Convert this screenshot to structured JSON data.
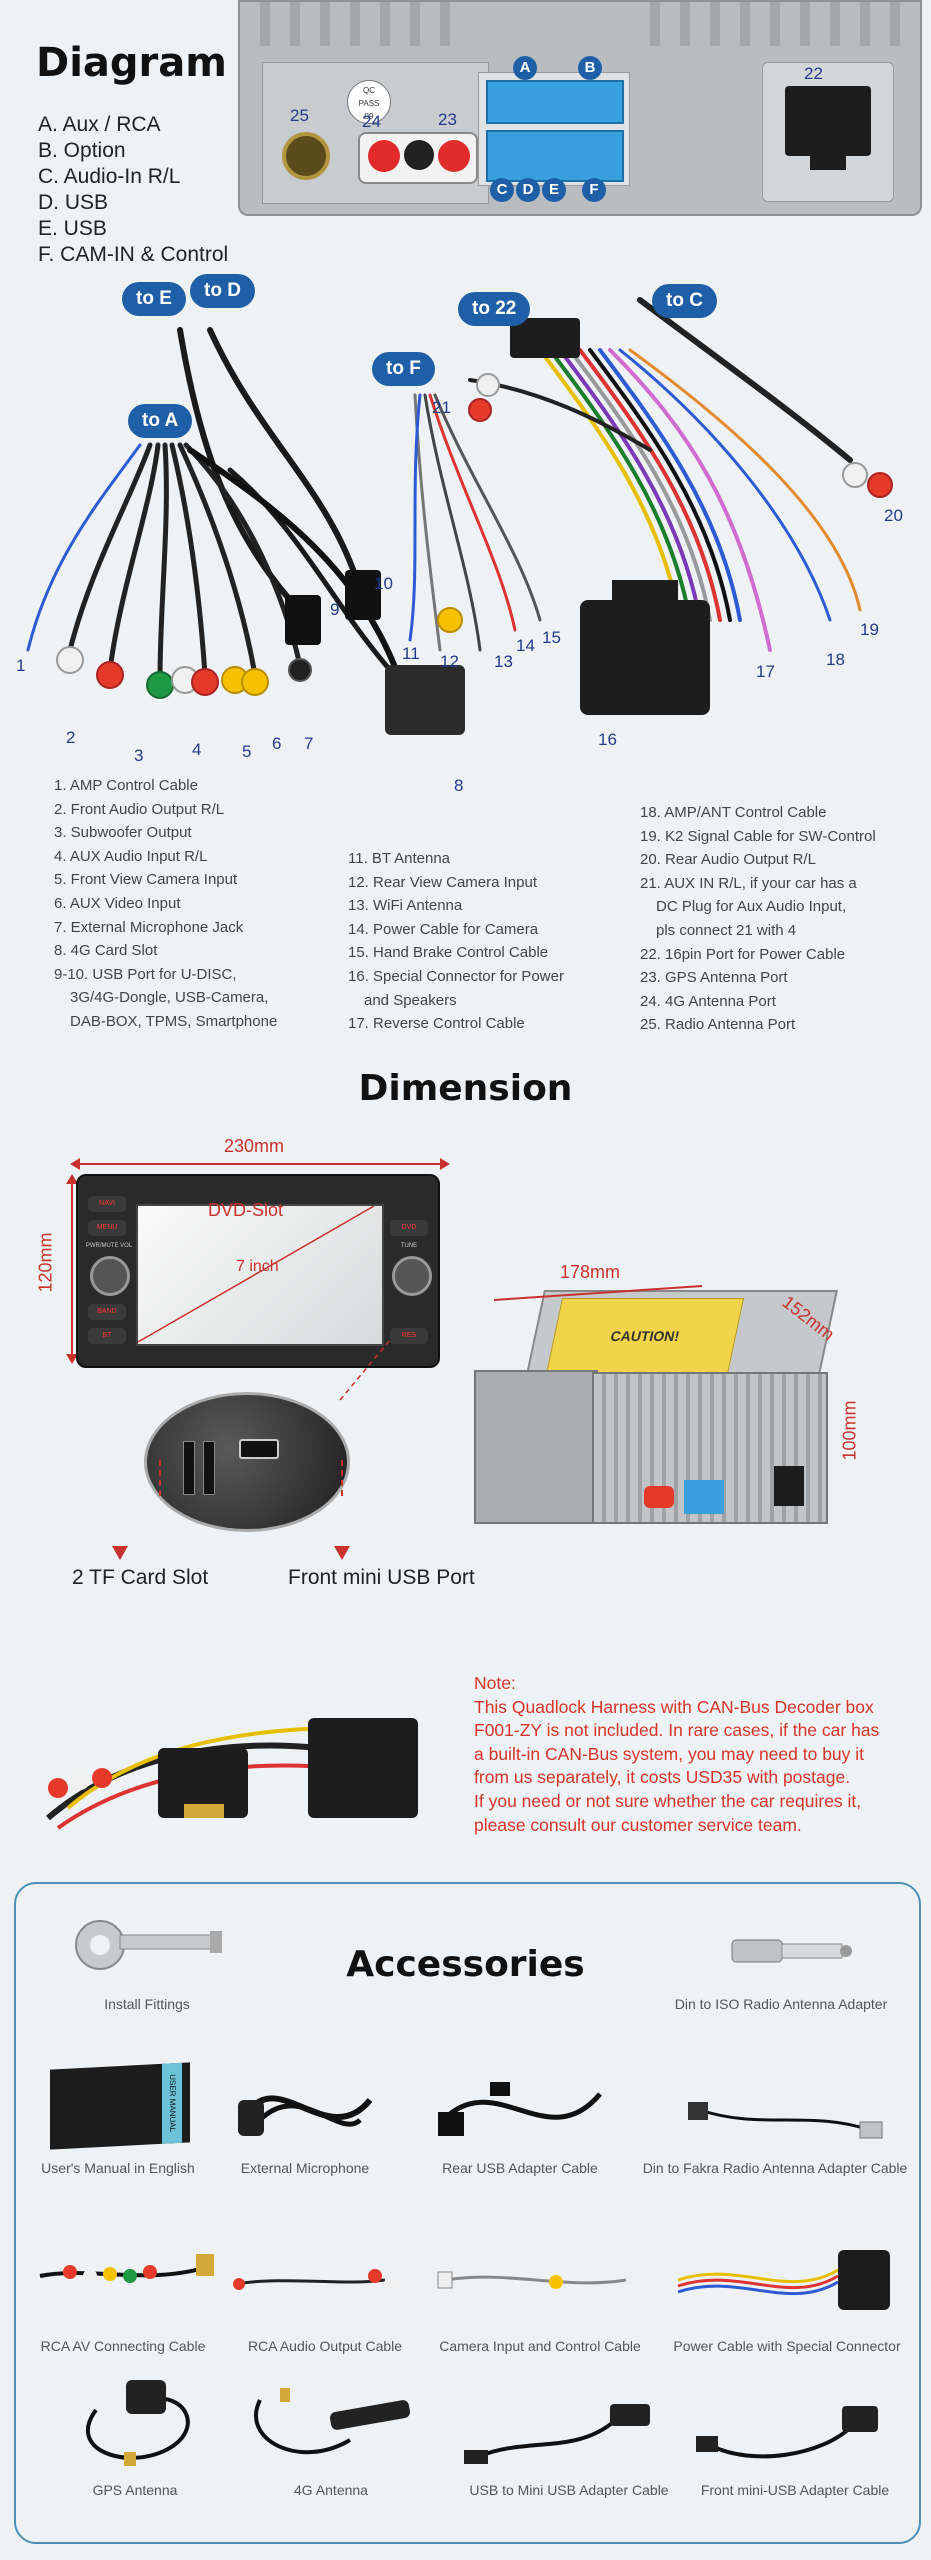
{
  "diagram": {
    "title": "Diagram",
    "legend": [
      "A. Aux / RCA",
      "B. Option",
      "C. Audio-In R/L",
      "D. USB",
      "E. USB",
      "F. CAM-IN & Control"
    ],
    "port_labels": {
      "p25": "25",
      "p24": "24",
      "p23": "23",
      "p22": "22",
      "a": "A",
      "b": "B",
      "c": "C",
      "d": "D",
      "e": "E",
      "f": "F",
      "qc1": "QC",
      "qc2": "PASS",
      "qc3": "09"
    },
    "badges": [
      "to E",
      "to D",
      "to 22",
      "to C",
      "to F",
      "to A"
    ],
    "callouts": [
      "1",
      "2",
      "3",
      "4",
      "5",
      "6",
      "7",
      "8",
      "9",
      "10",
      "11",
      "12",
      "13",
      "14",
      "15",
      "16",
      "17",
      "18",
      "19",
      "20",
      "21"
    ],
    "list_left": [
      "1. AMP Control Cable",
      "2. Front Audio Output R/L",
      "3. Subwoofer Output",
      "4. AUX Audio Input R/L",
      "5. Front View Camera Input",
      "6. AUX Video Input",
      "7. External Microphone Jack",
      "8. 4G Card Slot",
      "9-10. USB Port for U-DISC,",
      "3G/4G-Dongle, USB-Camera,",
      "DAB-BOX, TPMS, Smartphone"
    ],
    "list_mid": [
      "11. BT Antenna",
      "12. Rear View Camera Input",
      "13. WiFi Antenna",
      "14. Power Cable for Camera",
      "15. Hand Brake Control Cable",
      "16. Special Connector for Power",
      "and Speakers",
      "17. Reverse Control Cable"
    ],
    "list_right": [
      "18. AMP/ANT Control Cable",
      "19. K2 Signal Cable for SW-Control",
      "20. Rear Audio Output R/L",
      "21. AUX IN R/L, if your car has a",
      "DC Plug for Aux Audio Input,",
      "pls connect 21 with 4",
      "22. 16pin Port for Power Cable",
      "23. GPS Antenna Port",
      "24. 4G Antenna Port",
      "25. Radio Antenna Port"
    ]
  },
  "dimension": {
    "title": "Dimension",
    "width": "230mm",
    "height": "120mm",
    "dvd_slot": "DVD-Slot",
    "screen": "7 inch",
    "depth": "178mm",
    "side": "152mm",
    "body_height": "100mm",
    "tf_slot": "2 TF Card Slot",
    "usb_port": "Front mini USB Port",
    "caution": "CAUTION!",
    "buttons_left": [
      "NAVI",
      "MENU",
      "PWR/MUTE  VOL",
      "BAND",
      "BT"
    ],
    "buttons_right": [
      "DVD",
      "TUNE",
      "RES"
    ]
  },
  "note": {
    "heading": "Note:",
    "lines": [
      "This Quadlock Harness with CAN-Bus Decoder box",
      "F001-ZY is not included. In rare cases, if the car has",
      "a built-in CAN-Bus system, you may need to buy it",
      "from us separately, it costs USD35 with postage.",
      "If you need or not sure whether the car requires it,",
      "please consult our customer service team."
    ]
  },
  "accessories": {
    "title": "Accessories",
    "manual_cover": "USER MANUAL",
    "items": [
      "Install Fittings",
      "Din to ISO Radio Antenna Adapter",
      "User's Manual in English",
      "External Microphone",
      "Rear USB Adapter Cable",
      "Din to Fakra Radio Antenna Adapter Cable",
      "RCA AV Connecting Cable",
      "RCA Audio Output Cable",
      "Camera Input and Control Cable",
      "Power Cable with Special Connector",
      "GPS Antenna",
      "4G Antenna",
      "USB to Mini USB Adapter Cable",
      "Front mini-USB Adapter Cable"
    ]
  },
  "colors": {
    "badge": "#1e5fa8",
    "callout": "#233a8a",
    "dimension_red": "#c9312c",
    "note_red": "#d7342b",
    "accessory_border": "#4e8fb8"
  }
}
